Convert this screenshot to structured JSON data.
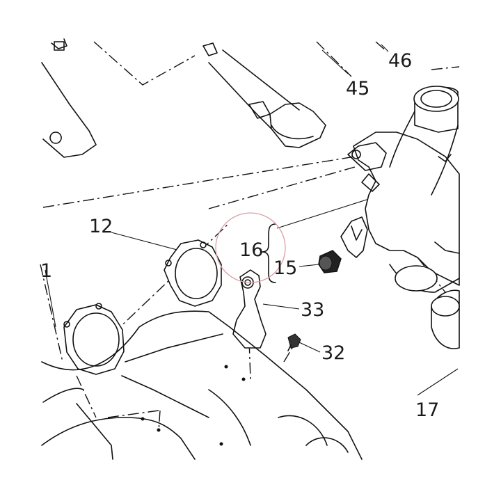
{
  "callouts": {
    "c46": "46",
    "c45": "45",
    "c12": "12",
    "c16": "16",
    "c15": "15",
    "c33": "33",
    "c32": "32",
    "c17": "17",
    "c1": "1"
  },
  "colors": {
    "line": "#111111",
    "highlight_circle": "#d9a0a8",
    "background": "#ffffff"
  }
}
